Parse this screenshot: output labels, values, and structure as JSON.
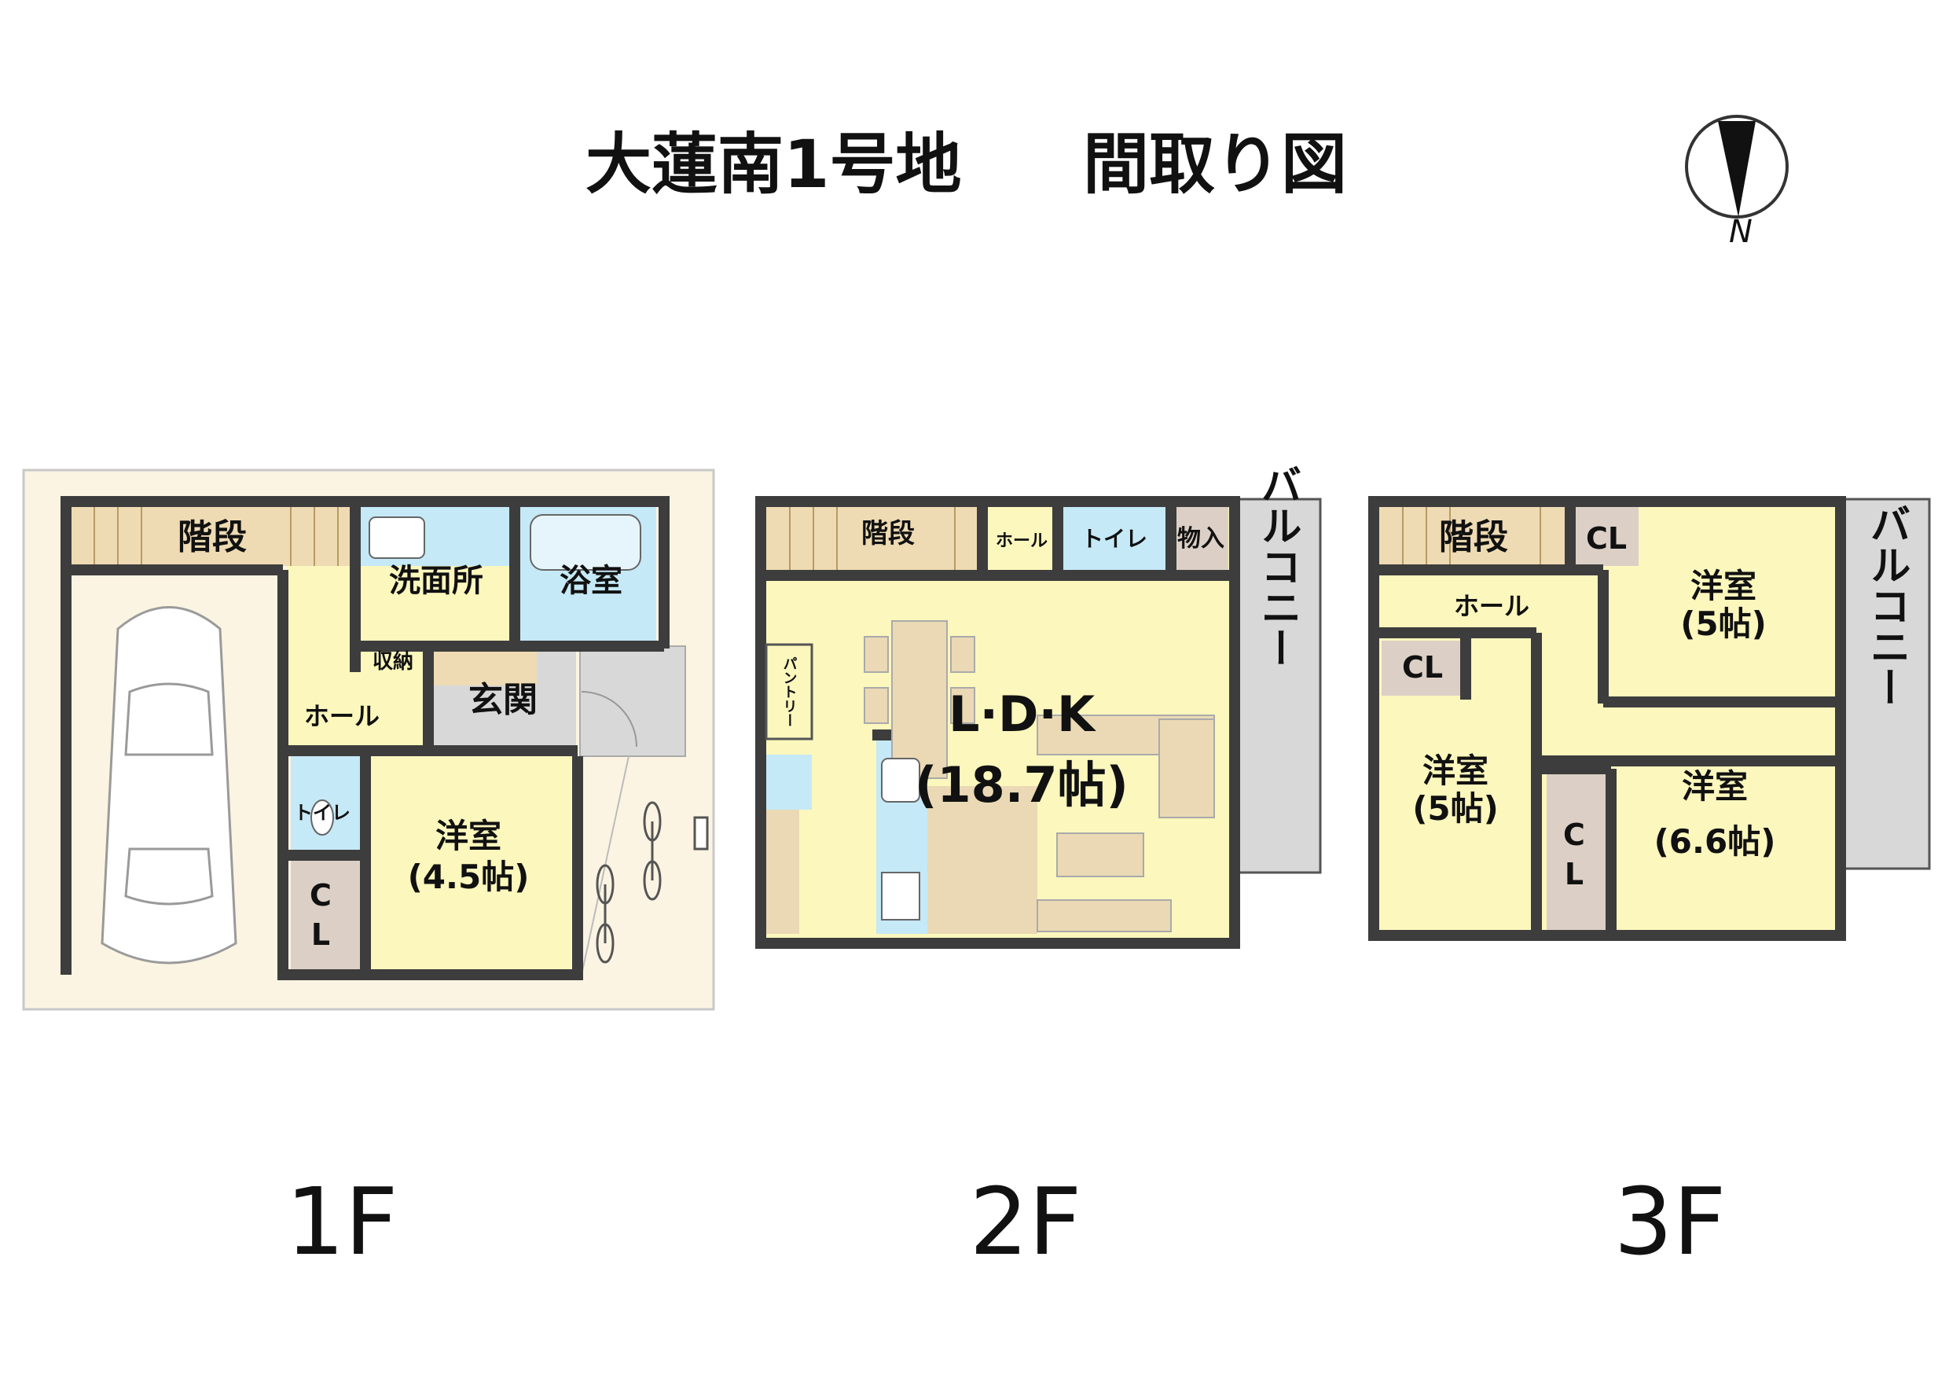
{
  "title": {
    "site": "大蓮南1号地",
    "kind": "間取り図"
  },
  "compass": {
    "letter": "N"
  },
  "floors": {
    "f1": {
      "label": "1F",
      "rooms": {
        "stairs": "階段",
        "washroom": "洗面所",
        "bath": "浴室",
        "storage": "収納",
        "entrance": "玄関",
        "hall": "ホール",
        "toilet": "トイレ",
        "closet_c": "C",
        "closet_l": "L",
        "western_name": "洋室",
        "western_size": "(4.5帖)"
      }
    },
    "f2": {
      "label": "2F",
      "rooms": {
        "stairs": "階段",
        "hall": "ホール",
        "toilet": "トイレ",
        "storeroom": "物入",
        "pantry": "パントリー",
        "ldk_name": "L·D·K",
        "ldk_size": "(18.7帖)",
        "balcony": "バルコニー"
      }
    },
    "f3": {
      "label": "3F",
      "rooms": {
        "stairs": "階段",
        "closet_top": "CL",
        "hall": "ホール",
        "closet_left": "CL",
        "western_a_name": "洋室",
        "western_a_size": "(5帖)",
        "western_b_name": "洋室",
        "western_b_size": "(5帖)",
        "western_c_name": "洋室",
        "western_c_size": "(6.6帖)",
        "closet_c": "C",
        "closet_l": "L",
        "balcony": "バルコニー"
      }
    }
  },
  "colors": {
    "wall": "#3d3d3d",
    "room": "#fbf7bd",
    "wet": "#c5e9f6",
    "stairs": "#eedbb3",
    "closet": "#dcd0c6",
    "lot": "#fbf4e2",
    "porch": "#d8d8d8",
    "balcony": "#d8d8d8",
    "wood": "#ead9b4"
  }
}
